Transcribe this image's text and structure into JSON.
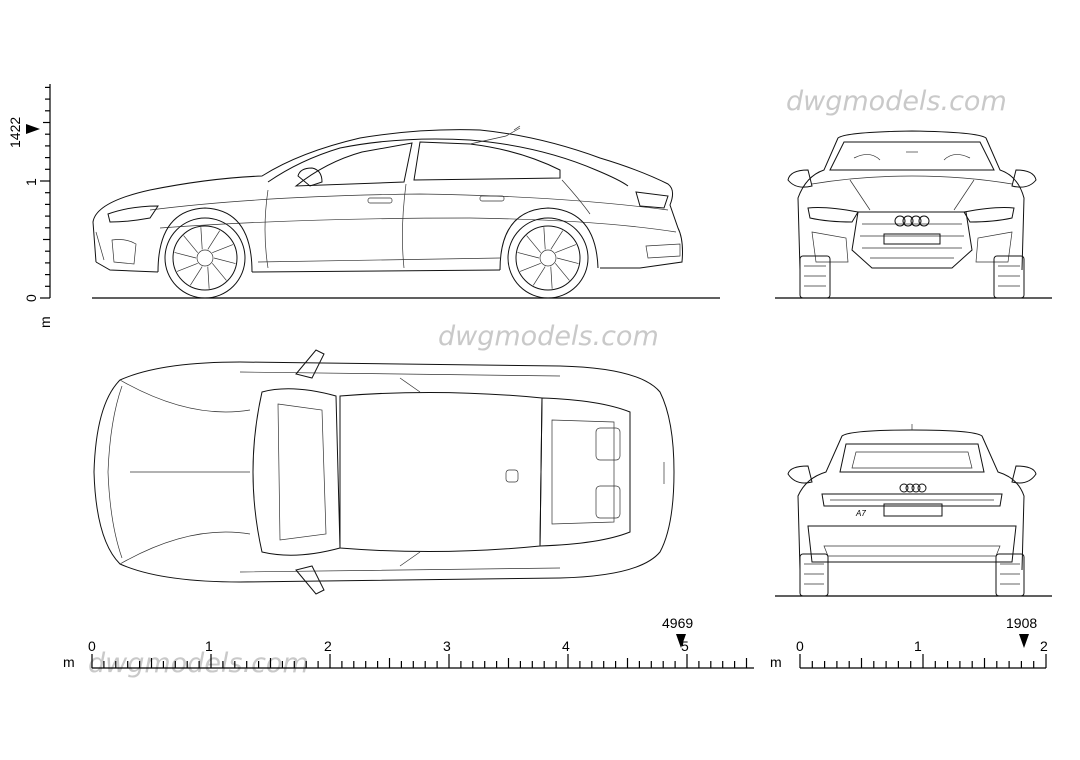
{
  "watermarks": [
    "dwgmodels.com",
    "dwgmodels.com",
    "dwgmodels.com"
  ],
  "vertical_scale": {
    "unit": "m",
    "tick_labels": [
      "0",
      "1"
    ],
    "marker_label": "1422"
  },
  "length_scale": {
    "unit": "m",
    "tick_labels": [
      "0",
      "1",
      "2",
      "3",
      "4",
      "5"
    ],
    "marker_label": "4969"
  },
  "width_scale": {
    "unit": "m",
    "tick_labels": [
      "0",
      "1",
      "2"
    ],
    "marker_label": "1908"
  },
  "views": {
    "grille_logo": "oooo",
    "rear_logo": "oooo",
    "rear_badge": "A7"
  }
}
